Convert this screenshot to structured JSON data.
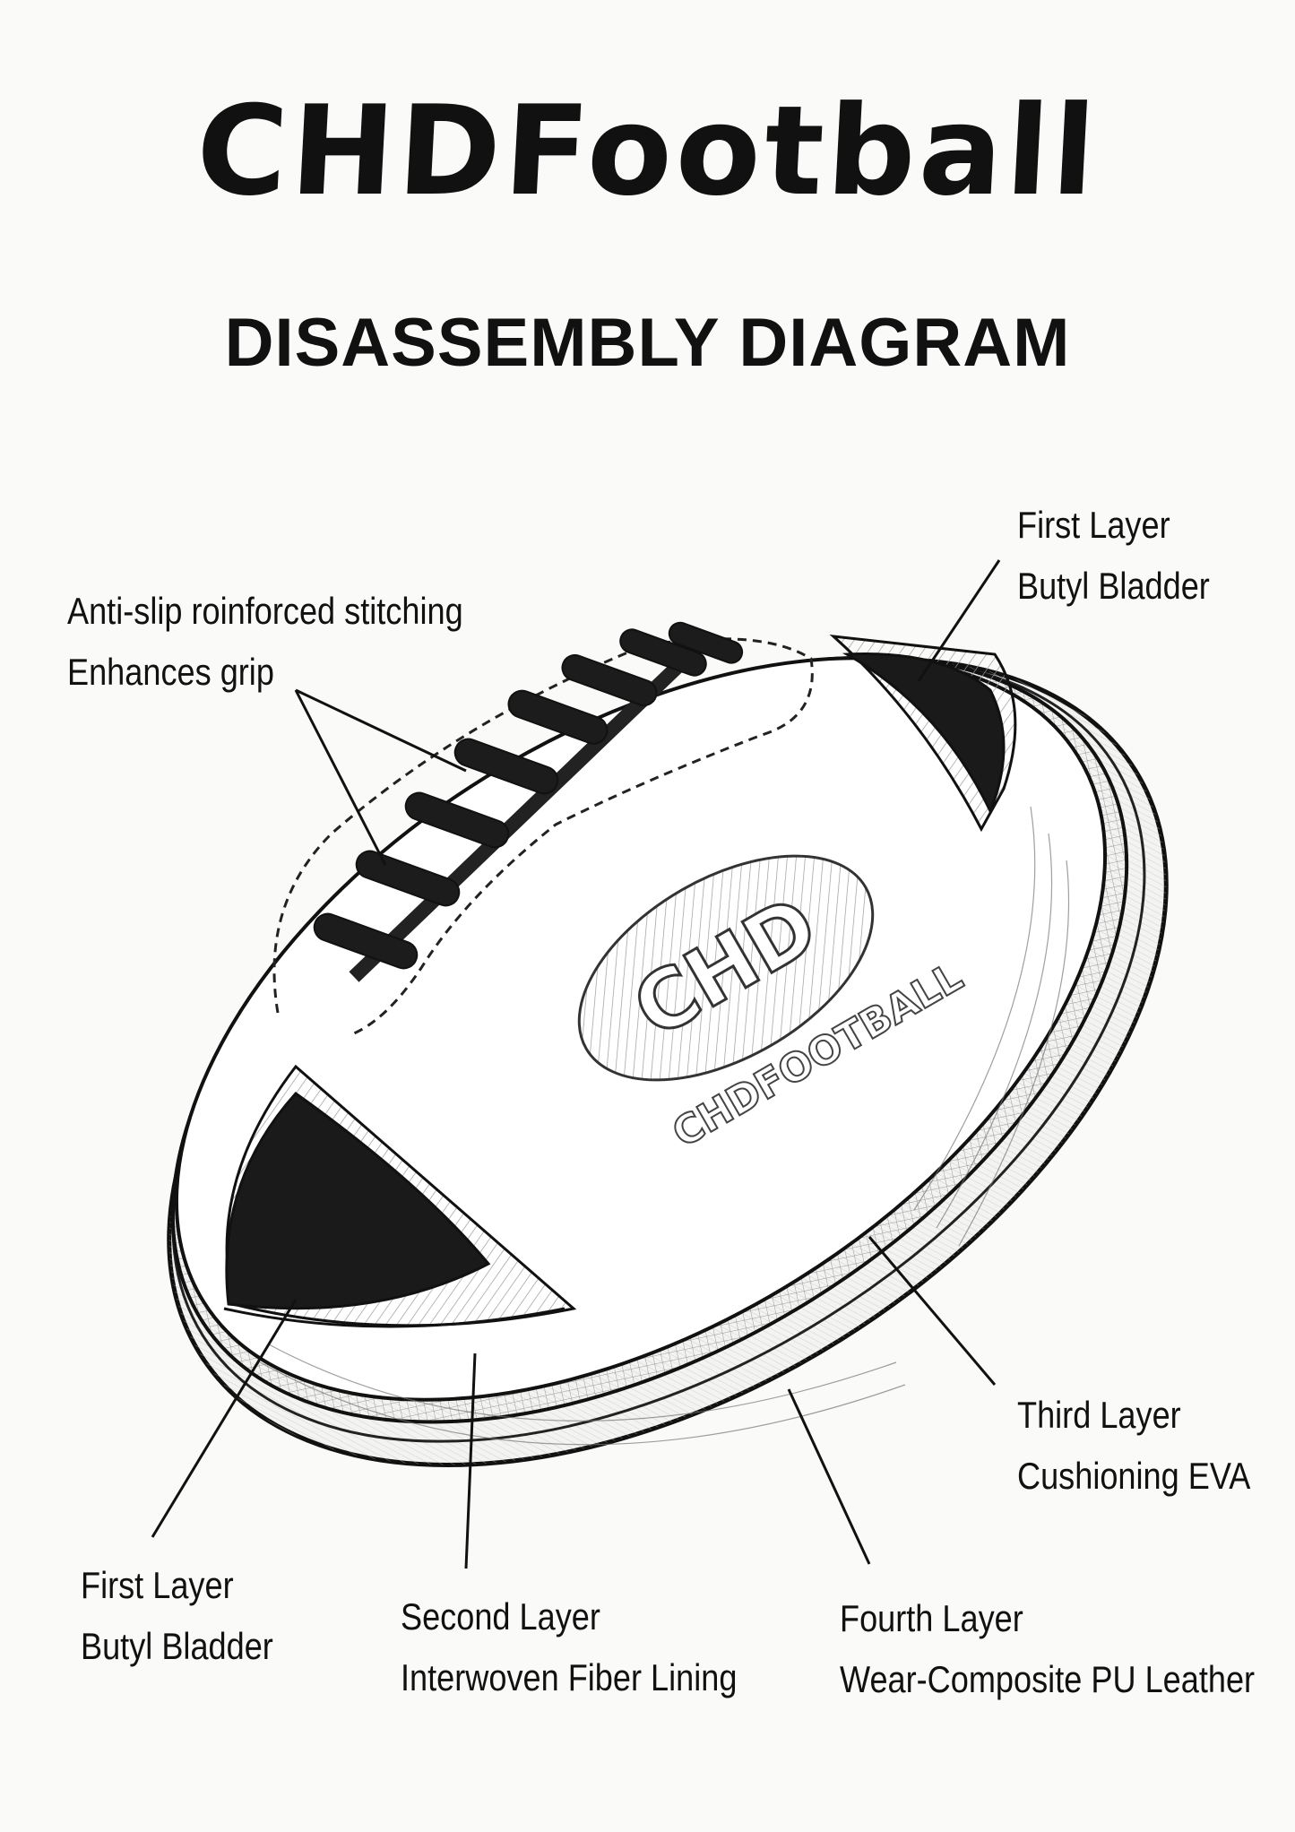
{
  "header": {
    "title": "CHDFootball",
    "subtitle": "DISASSEMBLY DIAGRAM"
  },
  "ball_logo": {
    "brand_text": "CHDFOOTBALL",
    "monogram": "CHD"
  },
  "callouts": {
    "stitching": {
      "line1": "Anti-slip roinforced stitching",
      "line2": "Enhances grip"
    },
    "first_layer_top": {
      "line1": "First Layer",
      "line2": "Butyl Bladder"
    },
    "third_layer": {
      "line1": "Third Layer",
      "line2": "Cushioning EVA"
    },
    "first_layer_bottom": {
      "line1": "First Layer",
      "line2": "Butyl Bladder"
    },
    "second_layer": {
      "line1": "Second Layer",
      "line2": "Interwoven Fiber Lining"
    },
    "fourth_layer": {
      "line1": "Fourth Layer",
      "line2": "Wear-Composite PU Leather"
    }
  },
  "colors": {
    "ink": "#111111",
    "paper": "#fafaf8",
    "bladder": "#1a1a1a",
    "hatch": "#8a8a8a"
  }
}
